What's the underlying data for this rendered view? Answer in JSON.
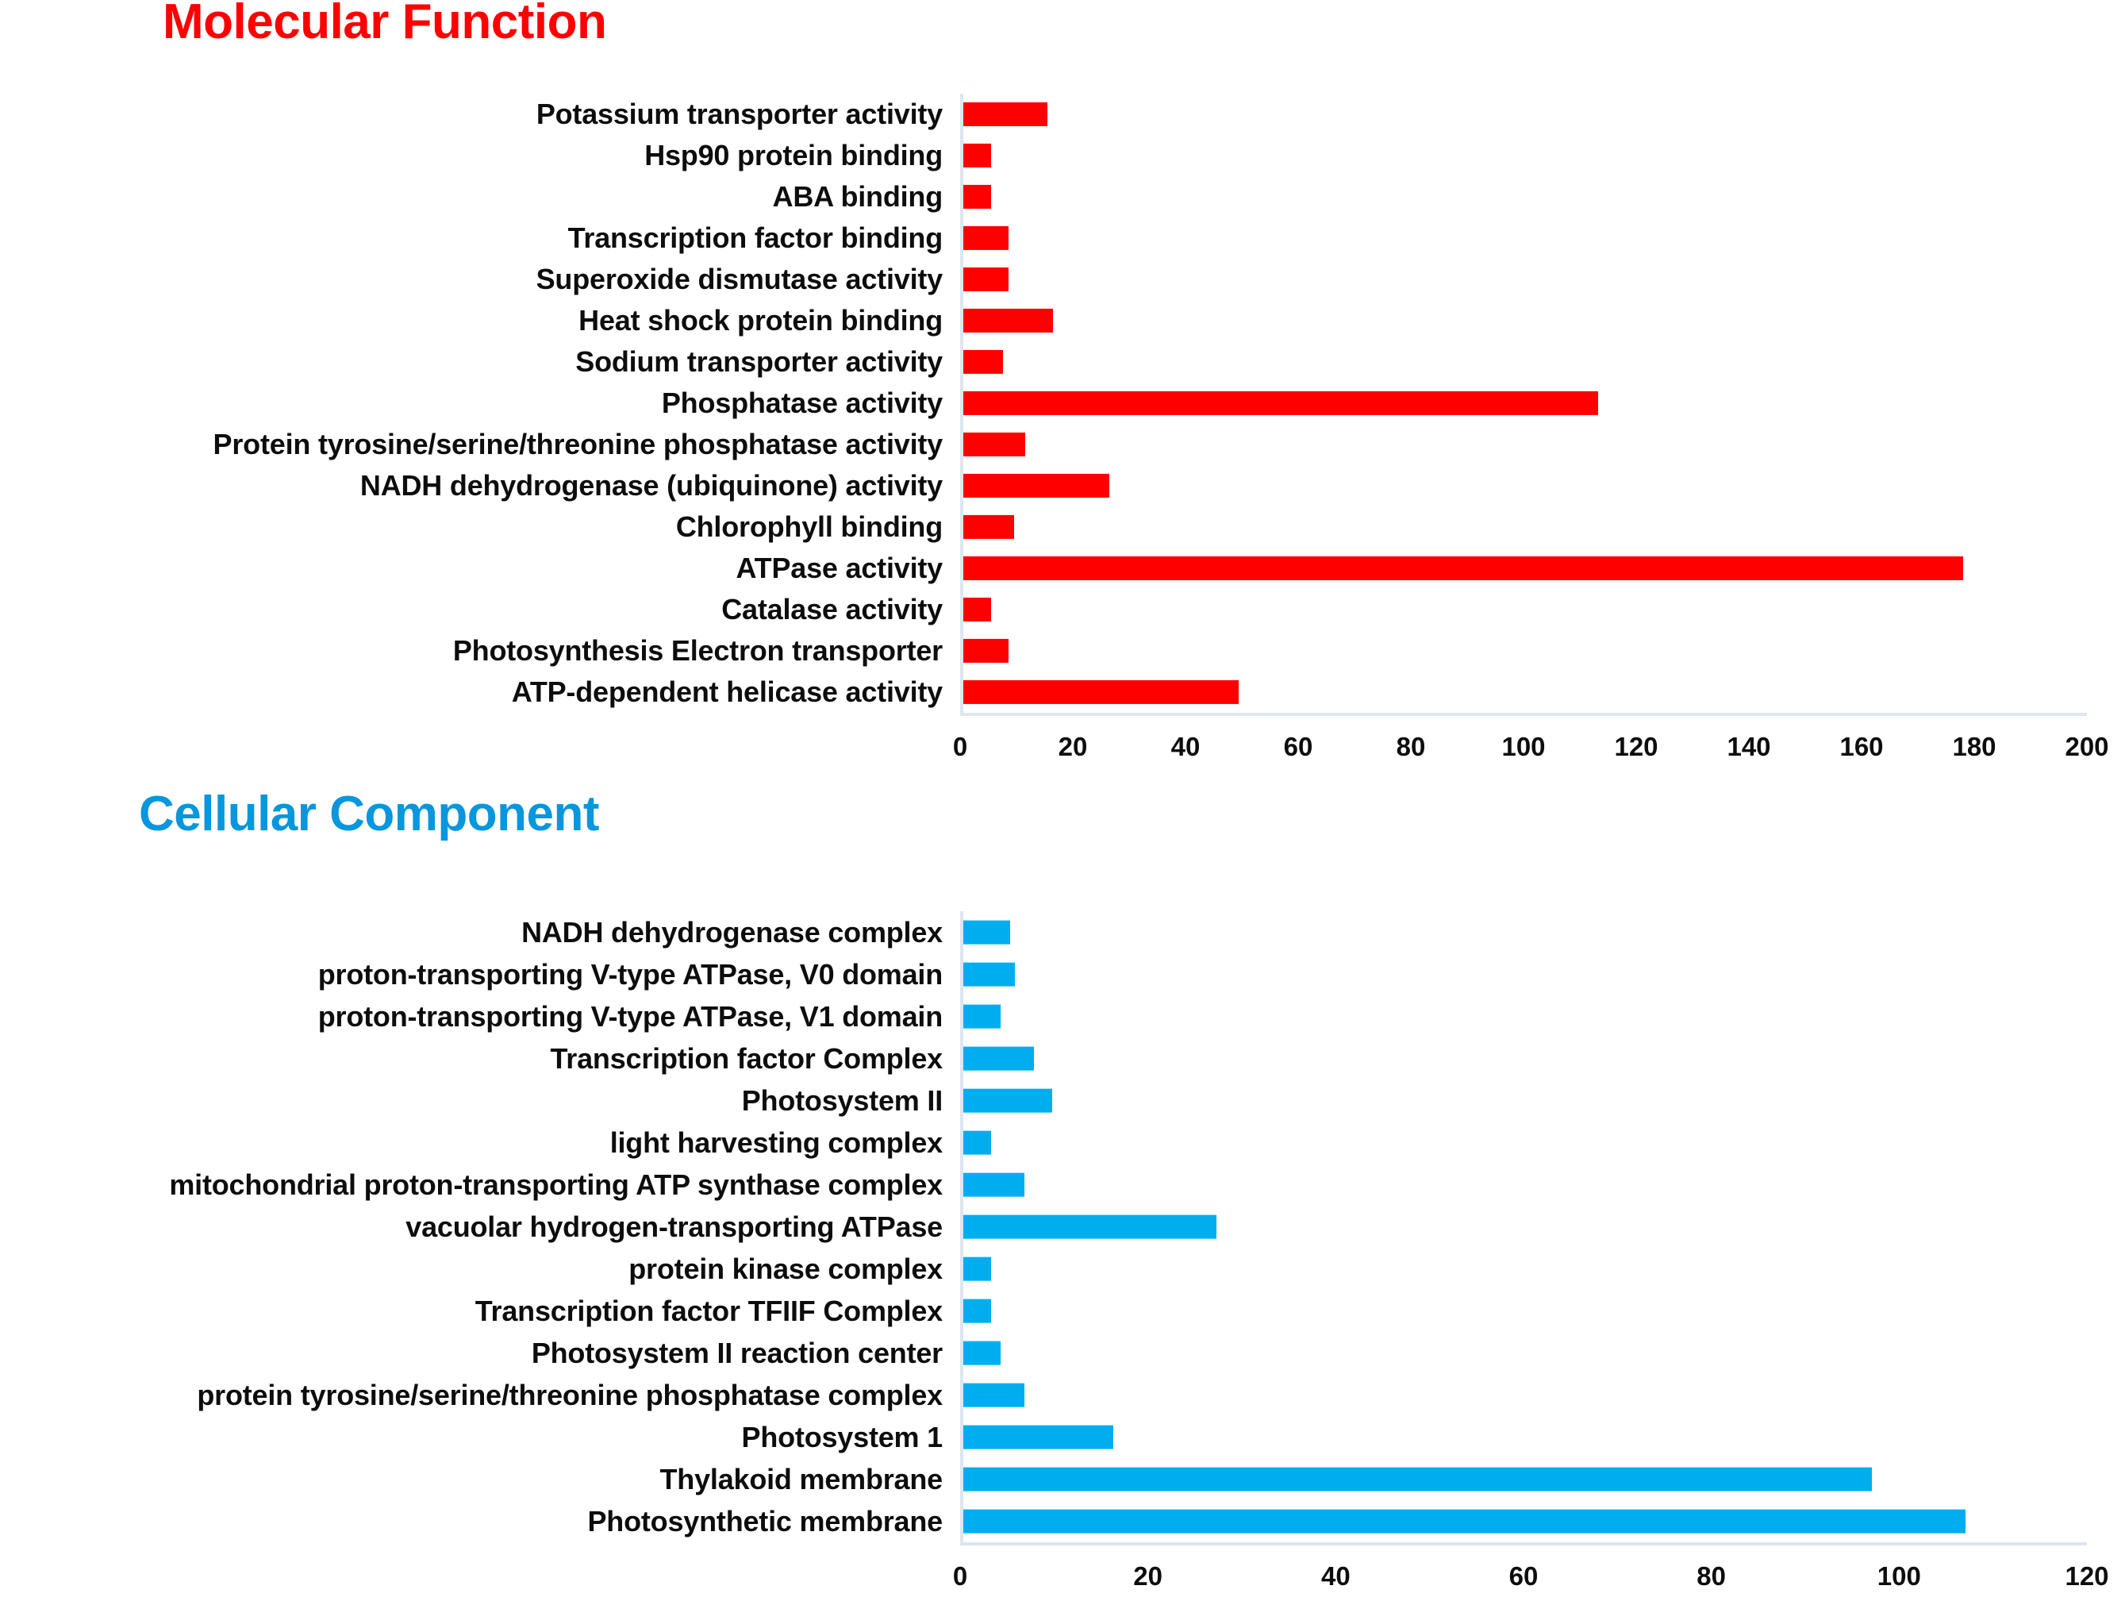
{
  "figure": {
    "panels": [
      {
        "key": "molecular_function",
        "title": "Molecular Function",
        "title_color": "#FF0000"
      },
      {
        "key": "cellular_component",
        "title": "Cellular Component",
        "title_color": "#0896DC"
      }
    ]
  },
  "chart_data": [
    {
      "type": "bar",
      "orientation": "horizontal",
      "title": "Molecular Function",
      "xlabel": "",
      "ylabel": "",
      "xlim": [
        0,
        200
      ],
      "xticks": [
        0,
        20,
        40,
        60,
        80,
        100,
        120,
        140,
        160,
        180,
        200
      ],
      "grid": false,
      "legend": null,
      "bar_color": "#FF0000",
      "axis_color": "#DCE6F1",
      "categories": [
        "Potassium transporter activity",
        "Hsp90 protein binding",
        "ABA binding",
        "Transcription factor binding",
        "Superoxide dismutase activity",
        "Heat shock protein binding",
        "Sodium transporter activity",
        "Phosphatase activity",
        "Protein tyrosine/serine/threonine phosphatase activity",
        "NADH dehydrogenase (ubiquinone) activity",
        "Chlorophyll binding",
        "ATPase activity",
        "Catalase activity",
        "Photosynthesis Electron transporter",
        "ATP-dependent helicase activity"
      ],
      "values": [
        15,
        5,
        5,
        8,
        8,
        16,
        7,
        113,
        11,
        26,
        9,
        178,
        5,
        8,
        49
      ]
    },
    {
      "type": "bar",
      "orientation": "horizontal",
      "title": "Cellular Component",
      "xlabel": "",
      "ylabel": "",
      "xlim": [
        0,
        120
      ],
      "xticks": [
        0,
        20,
        40,
        60,
        80,
        100,
        120
      ],
      "grid": false,
      "legend": null,
      "bar_color": "#00AEEF",
      "axis_color": "#DCE6F1",
      "categories": [
        "NADH dehydrogenase complex",
        "proton-transporting V-type ATPase, V0 domain",
        "proton-transporting V-type ATPase, V1 domain",
        "Transcription factor Complex",
        "Photosystem II",
        "light harvesting complex",
        "mitochondrial proton-transporting ATP synthase complex",
        "vacuolar hydrogen-transporting ATPase",
        "protein kinase complex",
        "Transcription factor TFIIF Complex",
        "Photosystem II reaction center",
        "protein tyrosine/serine/threonine phosphatase complex",
        "Photosystem 1",
        "Thylakoid membrane",
        "Photosynthetic membrane"
      ],
      "values": [
        5,
        5.5,
        4,
        7.5,
        9.5,
        3,
        6.5,
        27,
        3,
        3,
        4,
        6.5,
        16,
        97,
        107
      ]
    }
  ]
}
